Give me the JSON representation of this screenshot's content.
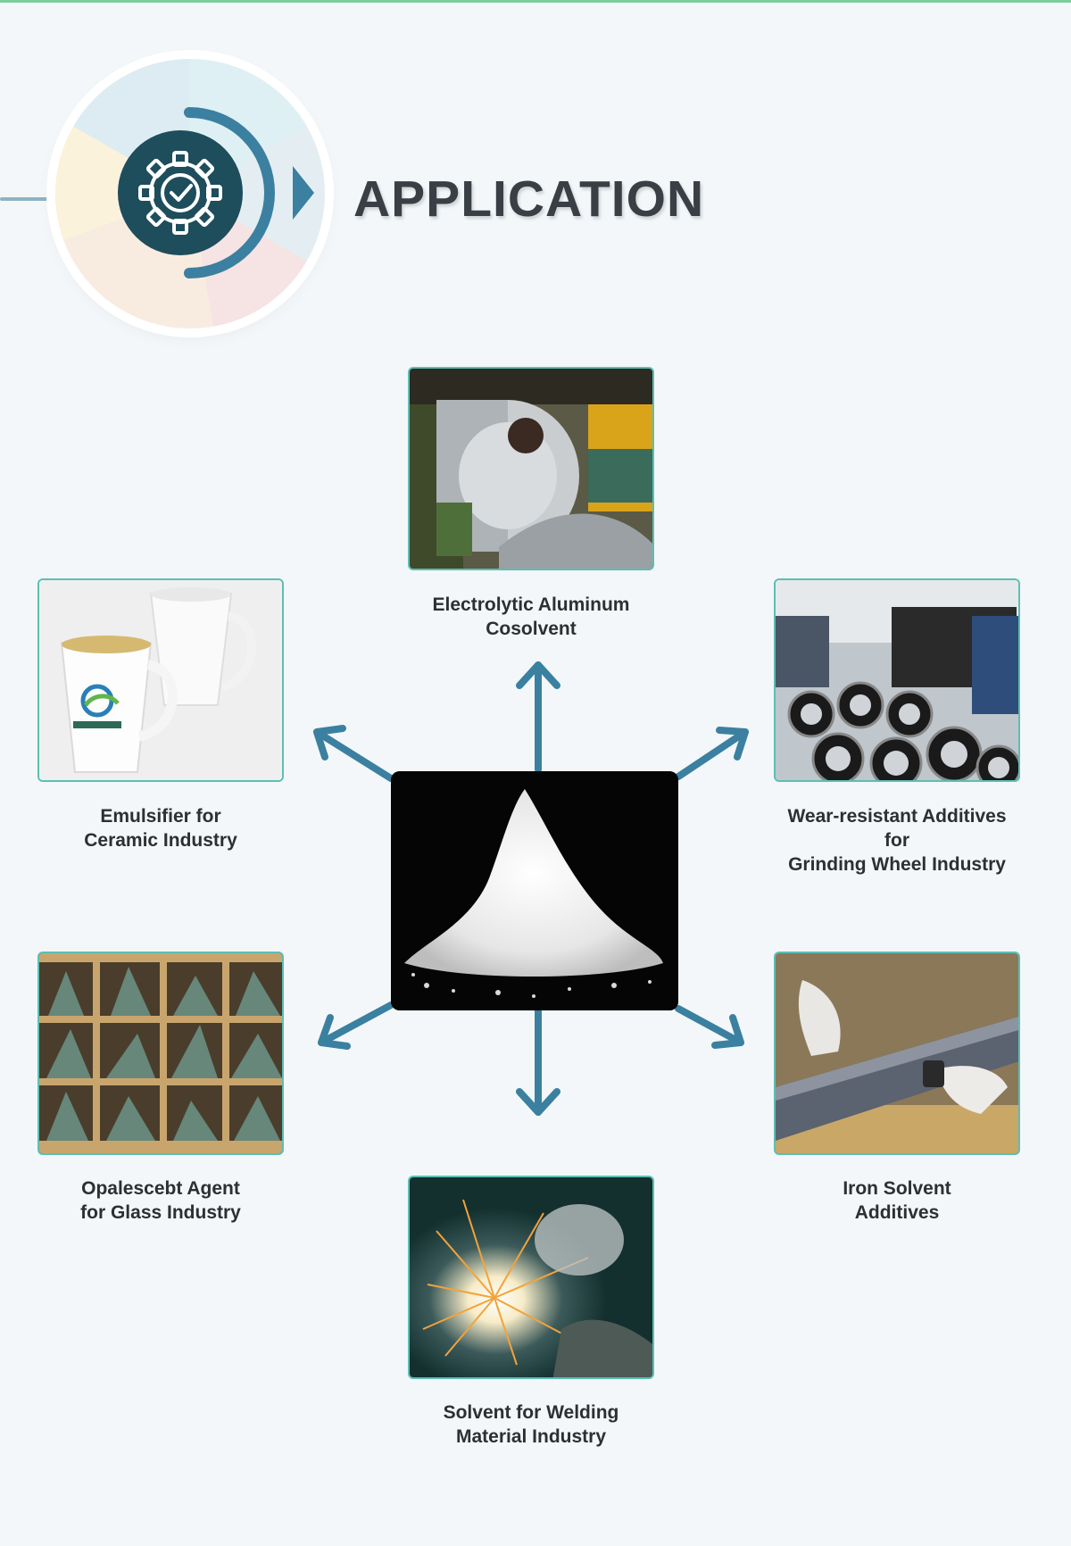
{
  "header": {
    "title": "APPLICATION",
    "icon": "gear-check-icon"
  },
  "colors": {
    "accent": "#3b80a0",
    "card_border": "#5cbfb4",
    "icon_bg": "#1e4d5c",
    "text": "#2d2f33"
  },
  "applications": [
    {
      "id": "aluminum",
      "lines": [
        "Electrolytic Aluminum",
        "Cosolvent"
      ]
    },
    {
      "id": "ceramic",
      "lines": [
        "Emulsifier for",
        "Ceramic Industry"
      ]
    },
    {
      "id": "grinding",
      "lines": [
        "Wear-resistant Additives",
        "for",
        "Grinding Wheel Industry"
      ]
    },
    {
      "id": "glass",
      "lines": [
        "Opalescebt Agent",
        "for Glass Industry"
      ]
    },
    {
      "id": "iron",
      "lines": [
        "Iron Solvent",
        "Additives"
      ]
    },
    {
      "id": "welding",
      "lines": [
        "Solvent for Welding",
        "Material Industry"
      ]
    }
  ]
}
